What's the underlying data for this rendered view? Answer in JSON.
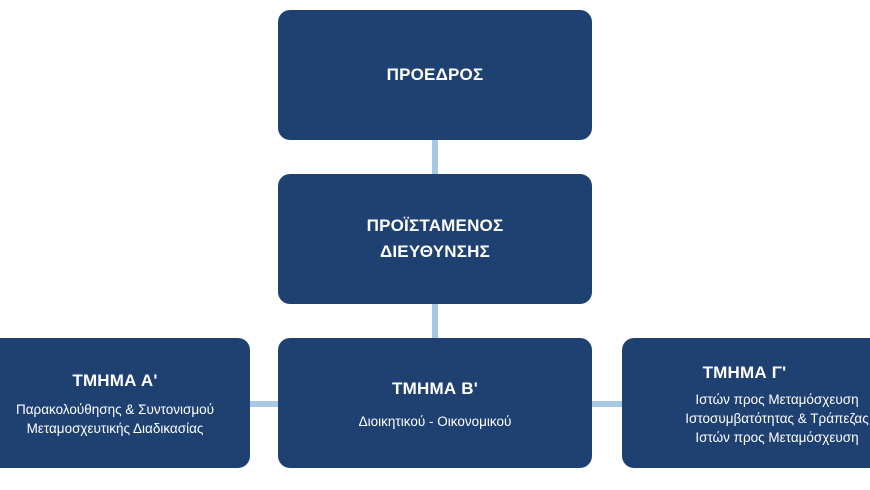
{
  "chart": {
    "colors": {
      "box": "#1f4172",
      "connector": "#a9c8e4",
      "text": "#ffffff",
      "background": "#ffffff"
    },
    "nodes": {
      "president": {
        "title": "ΠΡΟΕΔΡΟΣ"
      },
      "director": {
        "title": "ΠΡΟΪΣΤΑΜΕΝΟΣ\nΔΙΕΥΘΥΝΣΗΣ"
      },
      "dept_a": {
        "title": "ΤΜΗΜΑ Α'",
        "desc": "Παρακολούθησης & Συντονισμού\nΜεταμοσχευτικής Διαδικασίας"
      },
      "dept_b": {
        "title": "ΤΜΗΜΑ Β'",
        "desc": "Διοικητικού - Οικονομικού"
      },
      "dept_c": {
        "title": "ΤΜΗΜΑ Γ'",
        "desc": "Ιστών προς Μεταμόσχευση\nΙστοσυμβατότητας & Τράπεζας\nΙστών προς Μεταμόσχευση"
      }
    }
  }
}
